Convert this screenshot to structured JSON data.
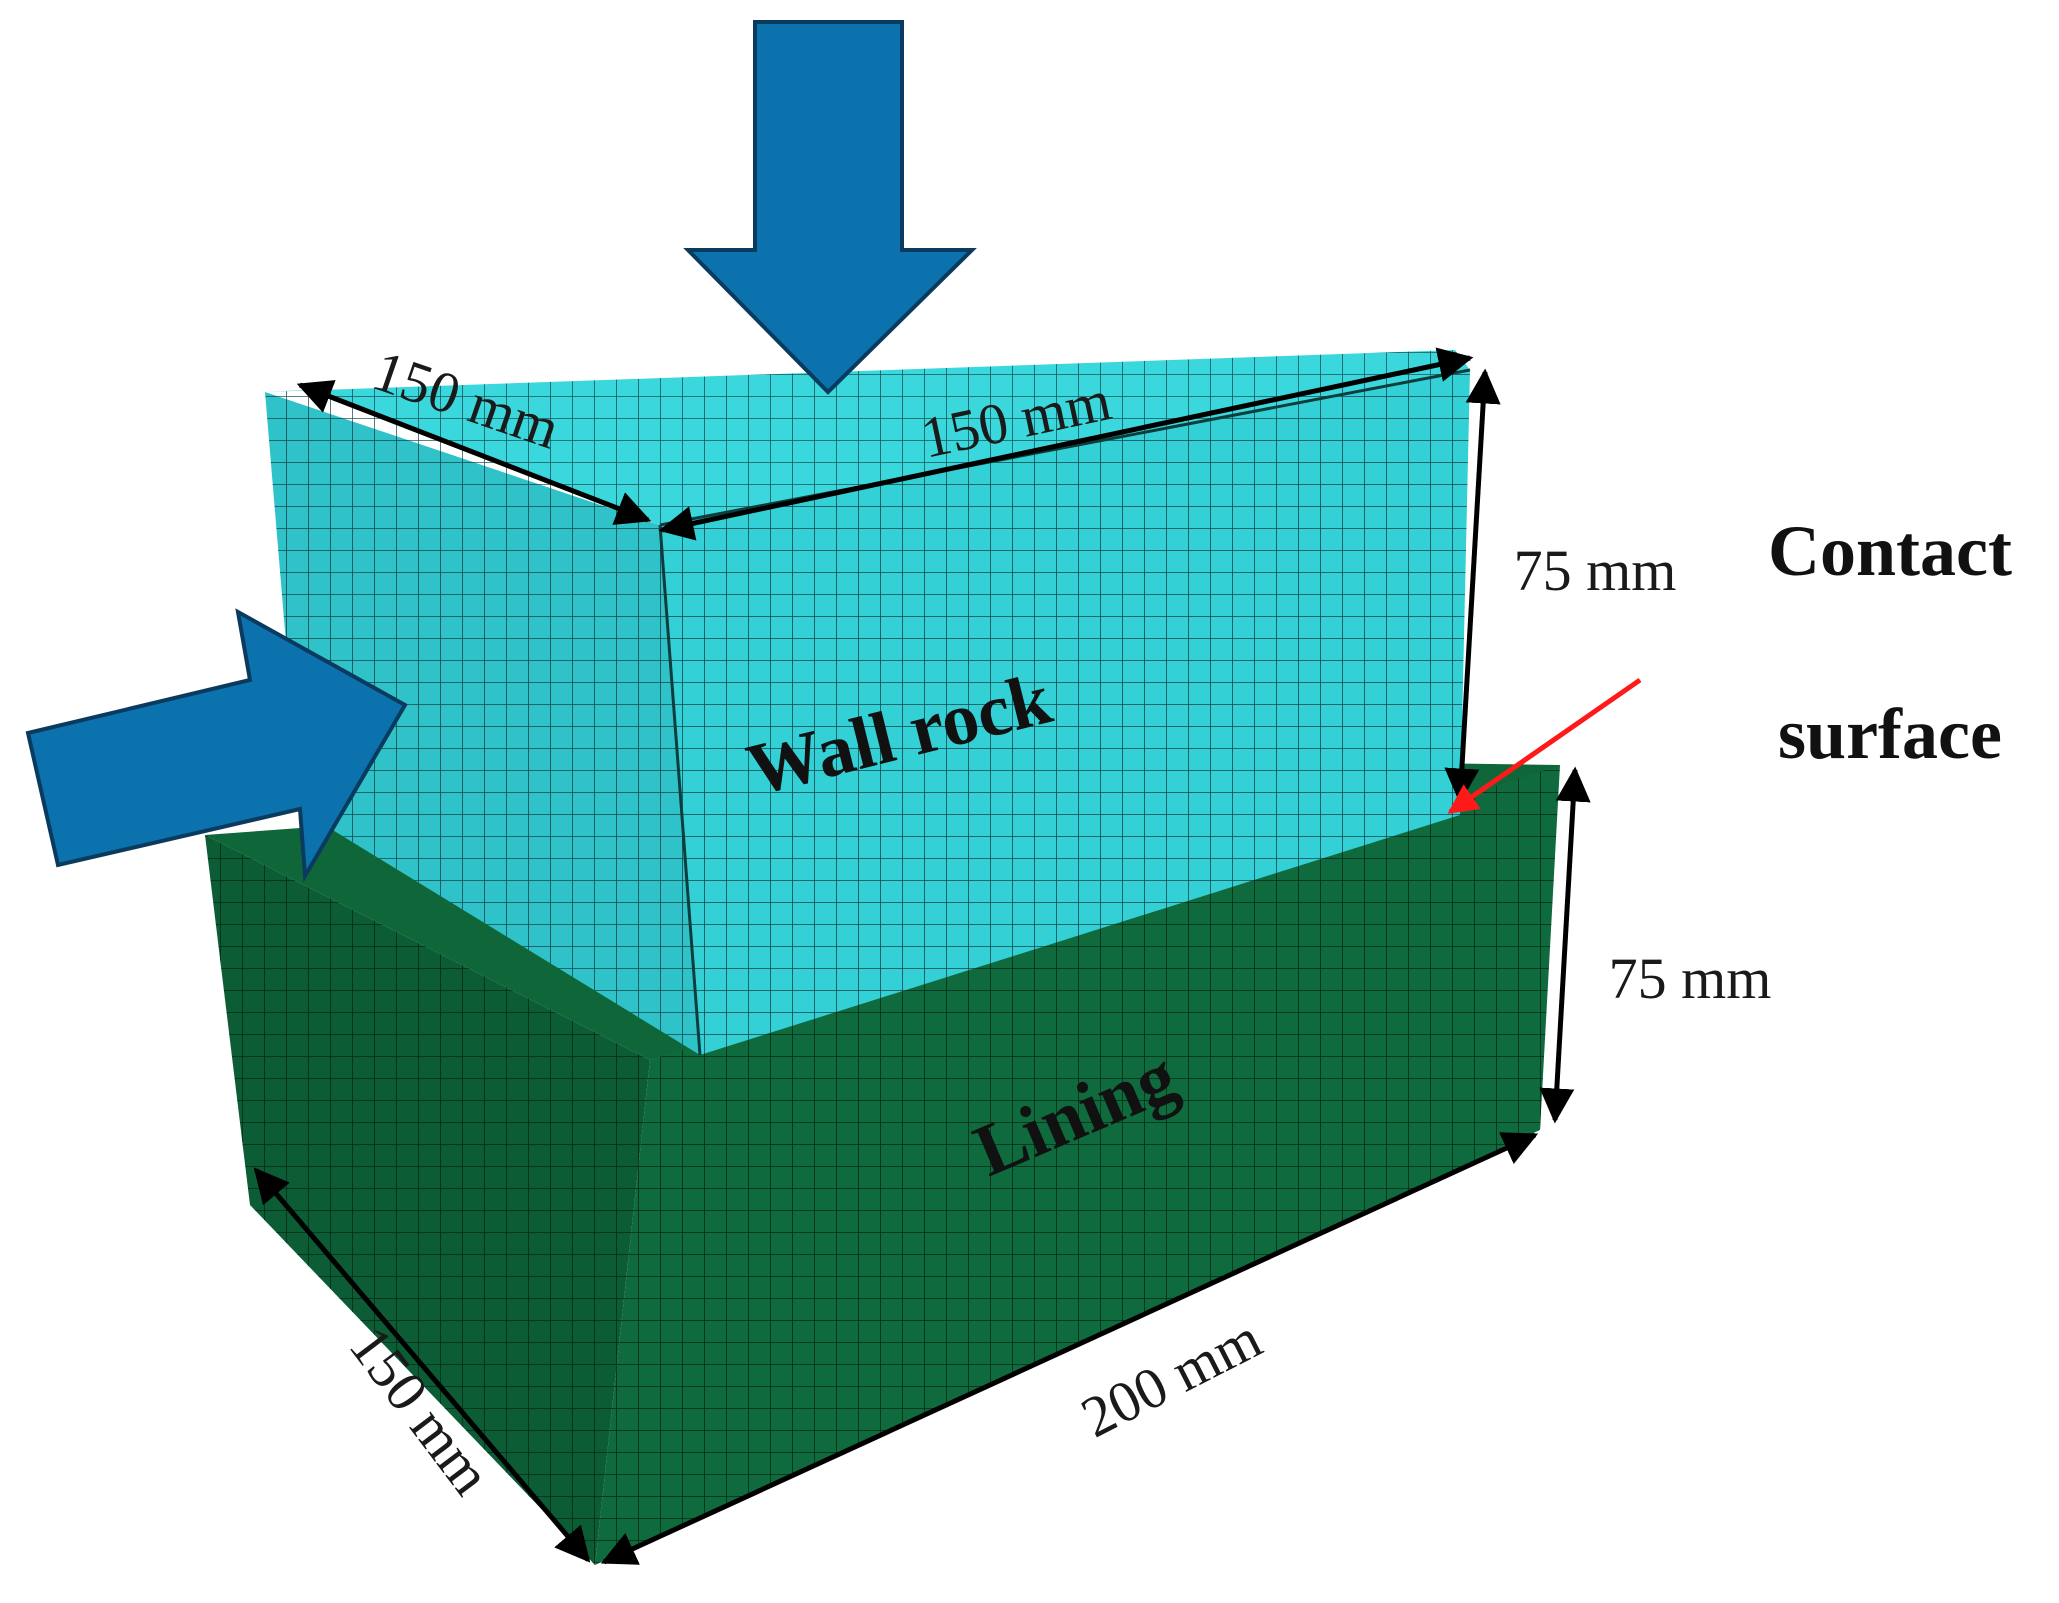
{
  "labels": {
    "wall_rock": "Wall rock",
    "lining": "Lining",
    "contact_line1": "Contact",
    "contact_line2": "surface"
  },
  "dimensions": {
    "top_depth": "150 mm",
    "top_width": "150 mm",
    "top_height": "75 mm",
    "bottom_height": "75 mm",
    "bottom_width": "200 mm",
    "bottom_depth": "150 mm"
  },
  "colors": {
    "wall_rock_fill": "#33d1d6",
    "wall_rock_top": "#3ad8dc",
    "wall_rock_side": "#2fc3c9",
    "lining_front": "#0f6a3e",
    "lining_side": "#0c5d35",
    "lining_top": "#0e6639",
    "load_arrow": "#0b72ad",
    "load_arrow_stroke": "#0a3b5e",
    "contact_arrow": "#ff1a1a",
    "mesh_line": "#143c3a"
  },
  "icons": {
    "vertical_load": "down-arrow-icon",
    "lateral_load": "right-arrow-icon"
  }
}
